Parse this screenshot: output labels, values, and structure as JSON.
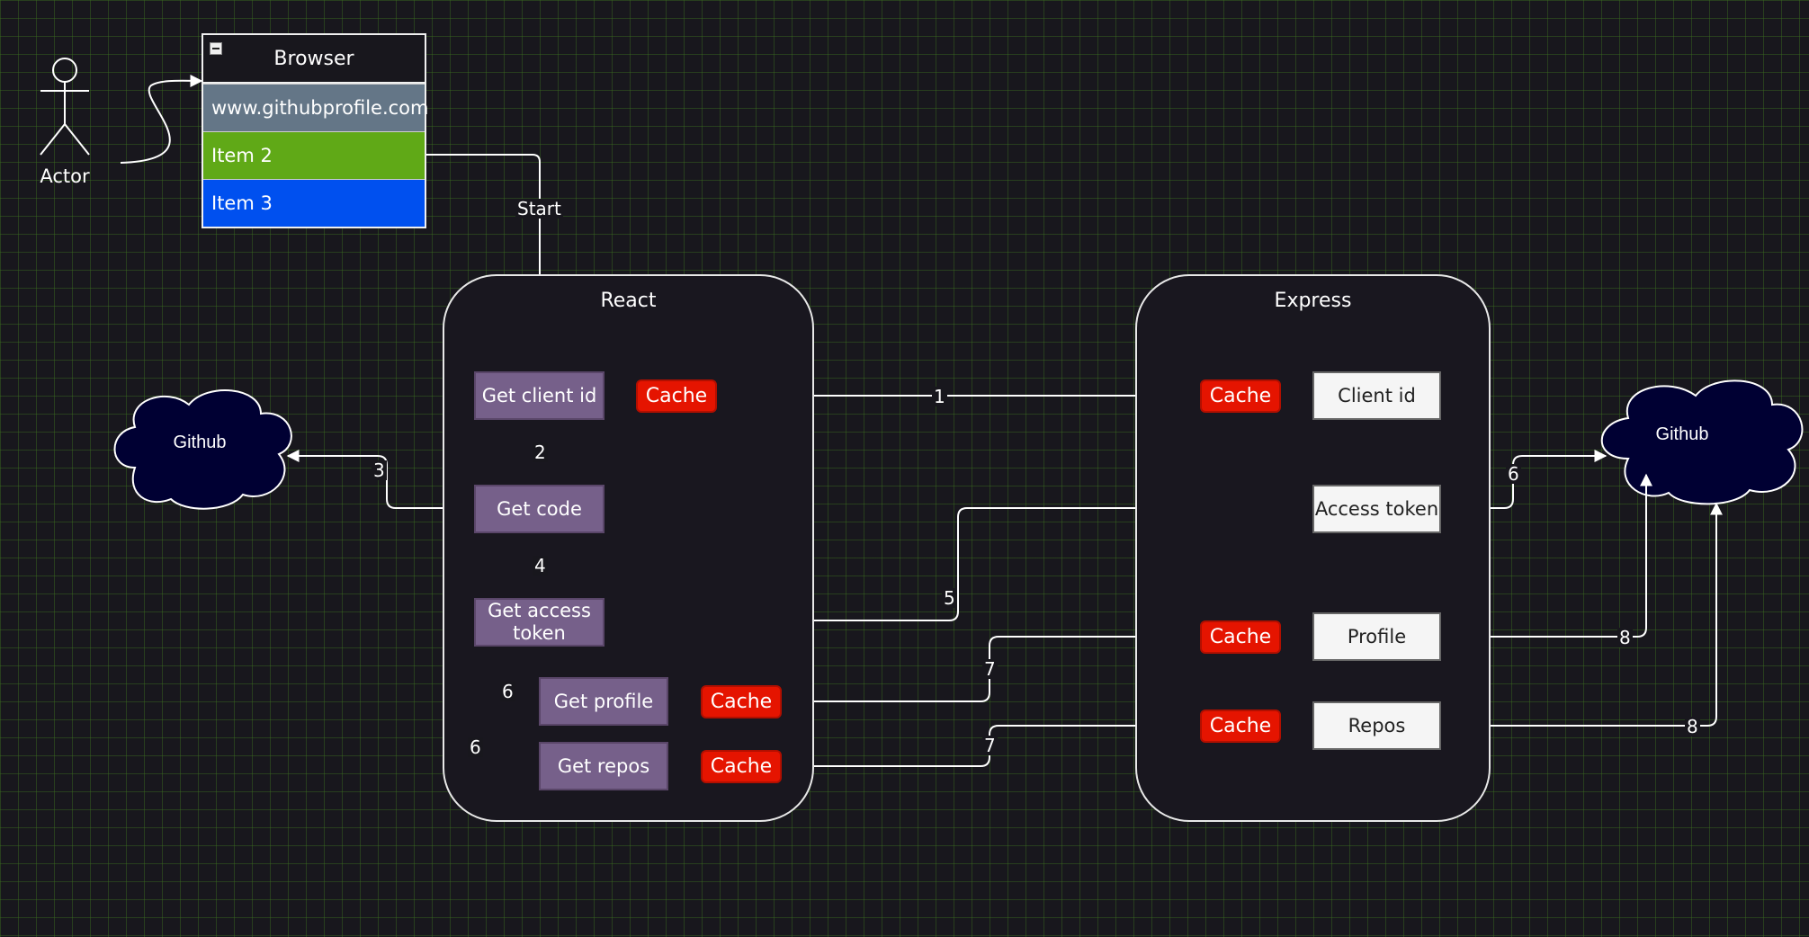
{
  "actor": {
    "label": "Actor"
  },
  "browser": {
    "title": "Browser",
    "items": [
      "www.githubprofile.com",
      "Item 2",
      "Item 3"
    ]
  },
  "containers": {
    "react": "React",
    "express": "Express"
  },
  "clouds": {
    "left": "Github",
    "right": "Github"
  },
  "react_nodes": {
    "get_client_id": "Get client id",
    "get_code": "Get code",
    "get_access_token": "Get access token",
    "get_profile": "Get profile",
    "get_repos": "Get repos"
  },
  "express_nodes": {
    "client_id": "Client id",
    "access_token": "Access token",
    "profile": "Profile",
    "repos": "Repos"
  },
  "cache_label": "Cache",
  "edge_labels": {
    "start": "Start",
    "e1": "1",
    "e2": "2",
    "e3": "3",
    "e4": "4",
    "e5": "5",
    "e6_right": "6",
    "e6_profile": "6",
    "e6_repos": "6",
    "e7_profile": "7",
    "e7_repos": "7",
    "e8_profile": "8",
    "e8_repos": "8"
  },
  "colors": {
    "background": "#18171d",
    "grid": "#3c6e1e",
    "browser_row_1": "#647687",
    "browser_row_2": "#60a917",
    "browser_row_3": "#0050ef",
    "react_node": "#76608a",
    "cache": "#e51400",
    "express_node": "#f5f5f5",
    "cloud": "#000033"
  }
}
